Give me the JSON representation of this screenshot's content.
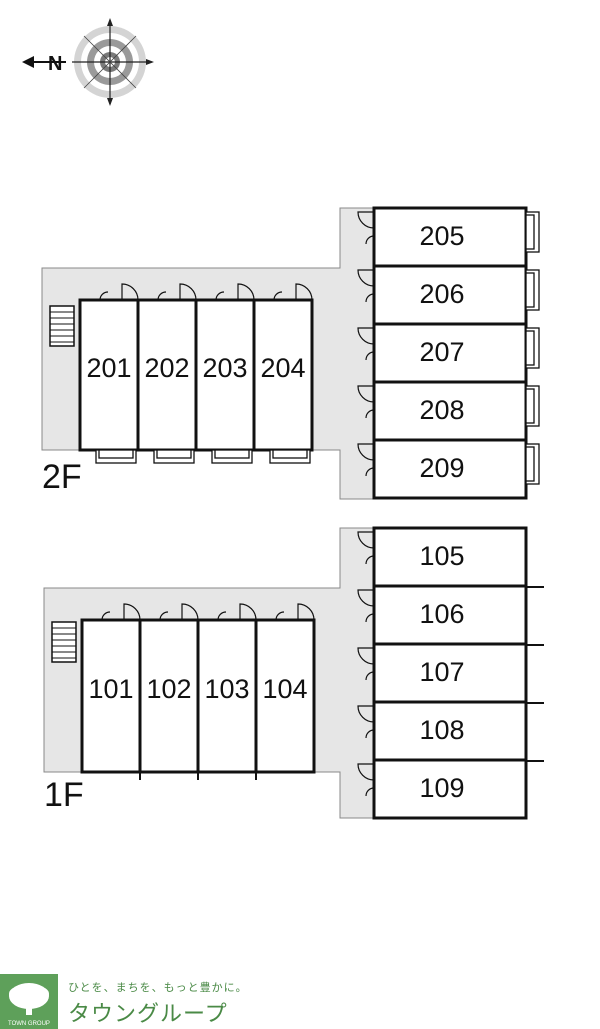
{
  "compass": {
    "north_label": "N"
  },
  "floor_2": {
    "label": "2F",
    "units": [
      "201",
      "202",
      "203",
      "204",
      "205",
      "206",
      "207",
      "208",
      "209"
    ]
  },
  "floor_1": {
    "label": "1F",
    "units": [
      "101",
      "102",
      "103",
      "104",
      "105",
      "106",
      "107",
      "108",
      "109"
    ]
  },
  "brand": {
    "slogan": "ひとを、まちを、もっと豊かに。",
    "name": "タウングループ",
    "badge_text": "TOWN GROUP"
  },
  "colors": {
    "walkway": "#e6e6e6",
    "wall": "#111111",
    "logo_green": "#5ea05a"
  }
}
